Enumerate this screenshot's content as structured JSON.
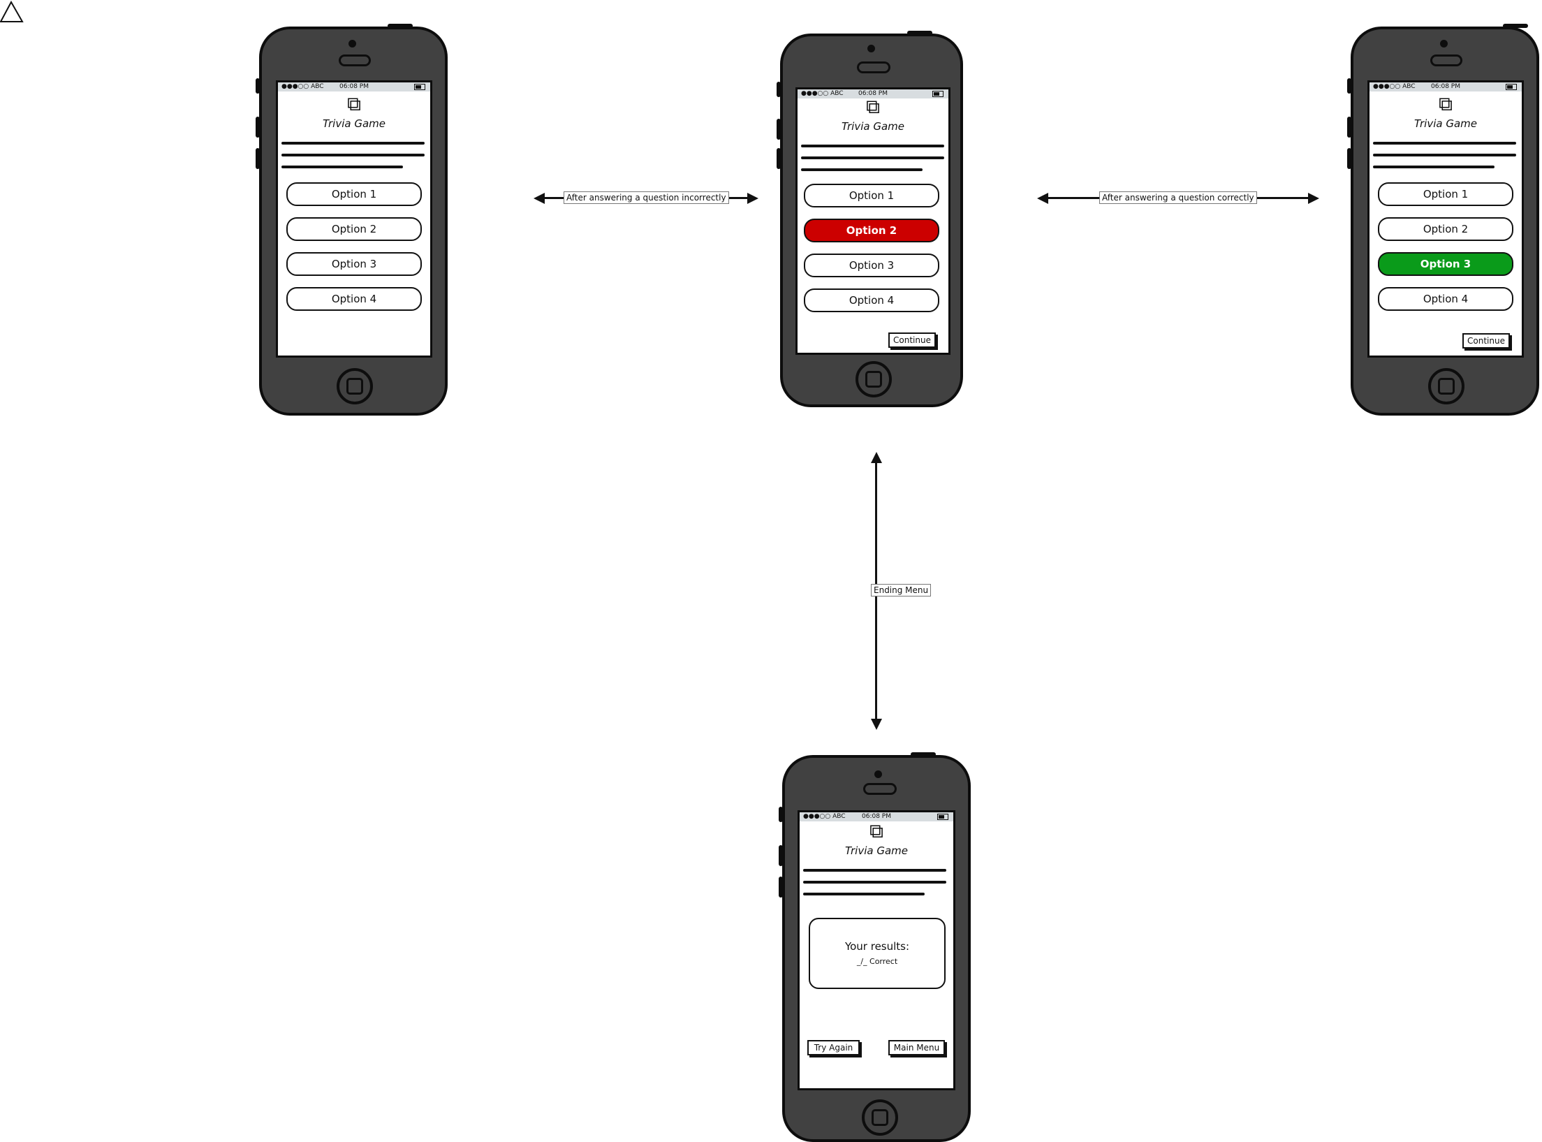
{
  "app_title": "Trivia Game",
  "status_bar": {
    "carrier": "●●●○○ ABC",
    "time": "06:08 PM"
  },
  "options": [
    "Option 1",
    "Option 2",
    "Option 3",
    "Option 4"
  ],
  "continue_label": "Continue",
  "results": {
    "title": "Your results:",
    "value": "_/_ Correct"
  },
  "buttons": {
    "try_again": "Try Again",
    "main_menu": "Main Menu"
  },
  "connectors": {
    "incorrect": "After answering a question incorrectly",
    "correct": "After answering a question correctly",
    "ending": "Ending Menu"
  },
  "colors": {
    "wrong": "#cc0000",
    "right": "#0a9b1a",
    "phone_body": "#414141"
  }
}
